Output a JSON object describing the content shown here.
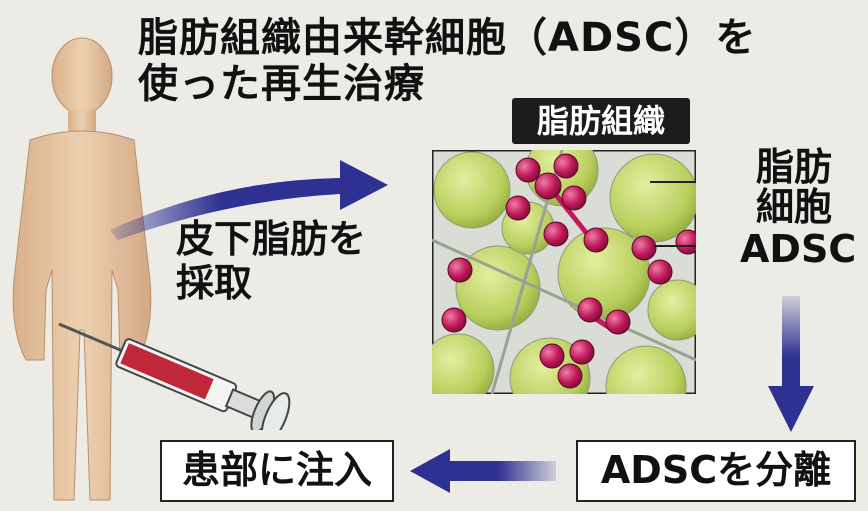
{
  "title": {
    "line1": "脂肪組織由来幹細胞（ADSC）を",
    "line2": "使った再生治療"
  },
  "tissue_panel": {
    "tab_label": "脂肪組織",
    "fat_cell_label_line1": "脂肪",
    "fat_cell_label_line2": "細胞",
    "adsc_label": "ADSC"
  },
  "steps": {
    "harvest_line1": "皮下脂肪を",
    "harvest_line2": "採取",
    "separate": "ADSCを分離",
    "inject": "患部に注入"
  },
  "colors": {
    "arrow": "#2e3192",
    "fat_cell": "#c5d86d",
    "adsc_cell": "#c2185b",
    "skin": "#e8c8a6",
    "syringe_fluid": "#c0283a"
  },
  "icons": [
    "human-body-icon",
    "syringe-icon",
    "arrow-right-icon",
    "arrow-down-icon",
    "arrow-left-icon"
  ]
}
